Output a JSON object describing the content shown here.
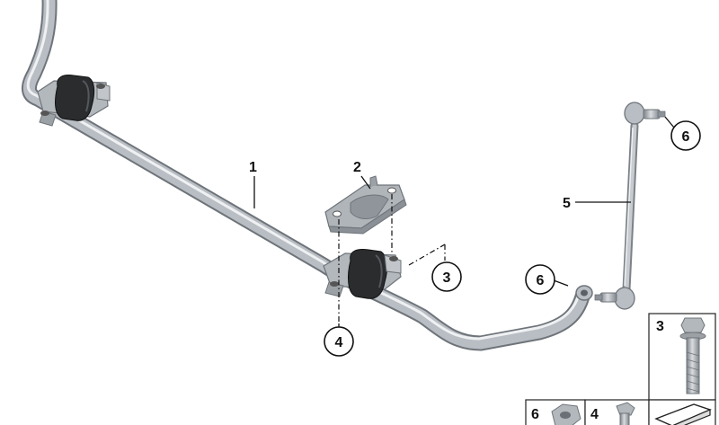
{
  "callouts": {
    "c1": "1",
    "c2": "2",
    "c3": "3",
    "c4": "4",
    "c5": "5",
    "c6a": "6",
    "c6b": "6"
  },
  "legend": {
    "box3": "3",
    "box6": "6",
    "box4": "4"
  },
  "colors": {
    "bar": "#b9bec4",
    "bar_dark": "#8c9298",
    "bushing": "#2a2c2e",
    "bracket": "#a9aeb3",
    "ink": "#111111"
  }
}
